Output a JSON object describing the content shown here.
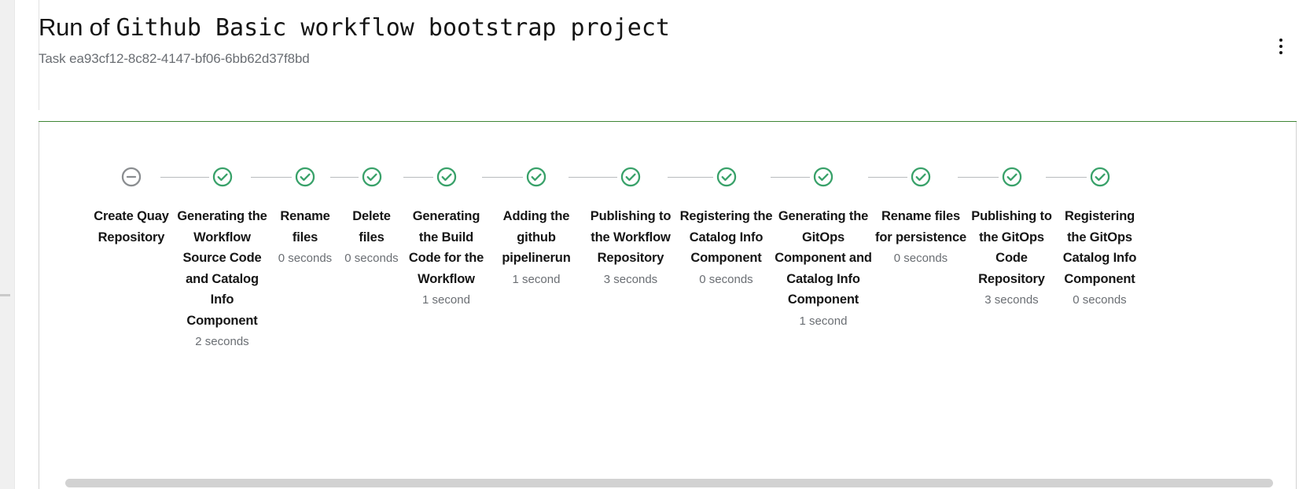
{
  "header": {
    "title_prefix": "Run of ",
    "title_mono": "Github Basic workflow bootstrap project",
    "subtitle": "Task ea93cf12-8c82-4147-bf06-6bb62d37f8bd",
    "kebab_icon": "kebab-menu-icon"
  },
  "card": {
    "accent_color": "#3e8635",
    "border_color": "#d2d2d2"
  },
  "colors": {
    "success": "#3e8635",
    "success_bright": "#38a169",
    "skipped": "#8a8d90",
    "text": "#151515",
    "muted": "#6a6e73",
    "connector": "#b8bbbe",
    "scrollbar": "#d2d2d2"
  },
  "stepper": {
    "steps": [
      {
        "label": "Create Quay Repository",
        "duration": "",
        "status": "skipped",
        "icon": "minus-circle-icon",
        "width": 108
      },
      {
        "label": "Generating the Workflow Source Code and Catalog Info Component",
        "duration": "2 seconds",
        "status": "success",
        "icon": "check-circle-icon",
        "width": 123
      },
      {
        "label": "Rename files",
        "duration": "0 seconds",
        "status": "success",
        "icon": "check-circle-icon",
        "width": 88
      },
      {
        "label": "Delete files",
        "duration": "0 seconds",
        "status": "success",
        "icon": "check-circle-icon",
        "width": 81
      },
      {
        "label": "Generating the Build Code for the Workflow",
        "duration": "1 second",
        "status": "success",
        "icon": "check-circle-icon",
        "width": 109
      },
      {
        "label": "Adding the github pipelinerun",
        "duration": "1 second",
        "status": "success",
        "icon": "check-circle-icon",
        "width": 120
      },
      {
        "label": "Publishing to the Workflow Repository",
        "duration": "3 seconds",
        "status": "success",
        "icon": "check-circle-icon",
        "width": 120
      },
      {
        "label": "Registering the Catalog Info Component",
        "duration": "0 seconds",
        "status": "success",
        "icon": "check-circle-icon",
        "width": 123
      },
      {
        "label": "Generating the GitOps Component and Catalog Info Component",
        "duration": "1 second",
        "status": "success",
        "icon": "check-circle-icon",
        "width": 124
      },
      {
        "label": "Rename files for persistence",
        "duration": "0 seconds",
        "status": "success",
        "icon": "check-circle-icon",
        "width": 124
      },
      {
        "label": "Publishing to the GitOps Code Repository",
        "duration": "3 seconds",
        "status": "success",
        "icon": "check-circle-icon",
        "width": 107
      },
      {
        "label": "Registering the GitOps Catalog Info Component",
        "duration": "0 seconds",
        "status": "success",
        "icon": "check-circle-icon",
        "width": 117
      }
    ],
    "connector_widths": [
      62,
      52,
      36,
      38,
      52,
      62,
      58,
      50,
      50,
      52,
      52
    ]
  },
  "scrollbar": {
    "orientation": "horizontal",
    "name": "horizontal-scrollbar"
  }
}
